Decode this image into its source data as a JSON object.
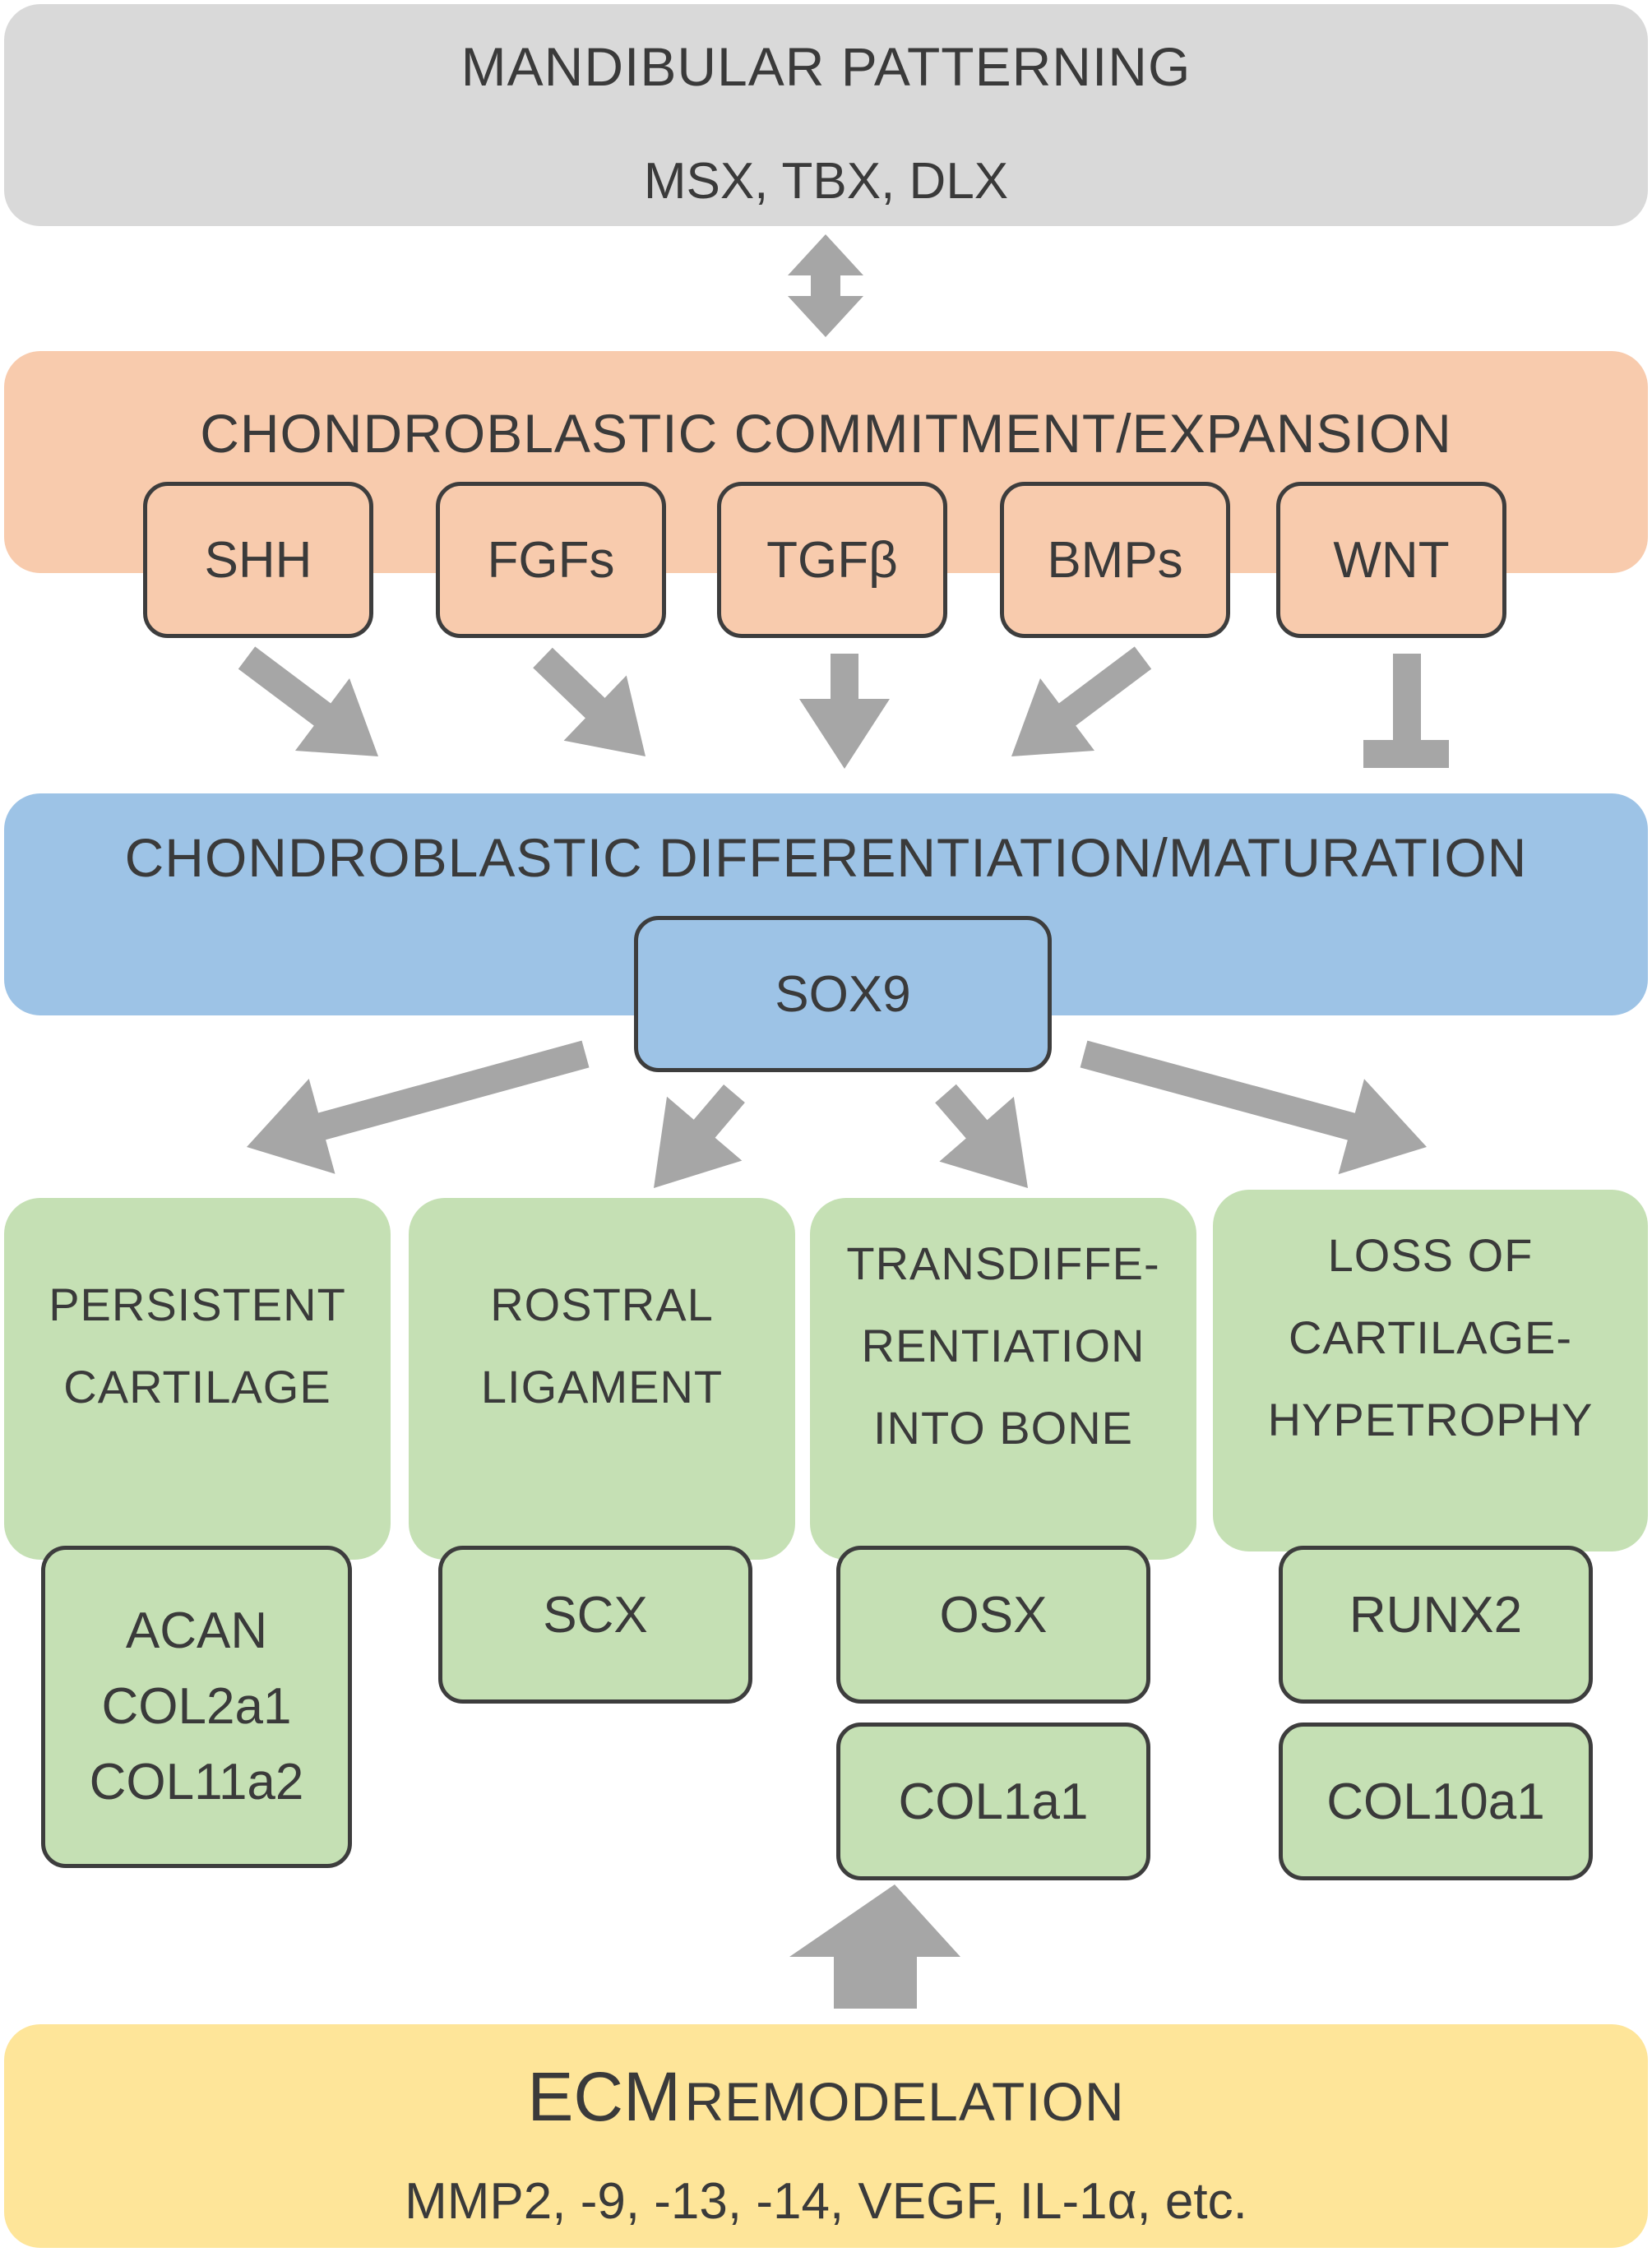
{
  "colors": {
    "patterning": "#d9d9d9",
    "commitment": "#f8cbad",
    "differentiation": "#9dc3e6",
    "fate": "#c5e0b4",
    "ecm": "#fee599",
    "arrow": "#a6a6a6",
    "border": "#3d3d3d",
    "text": "#3a3a3a"
  },
  "patterning": {
    "title": "MANDIBULAR PATTERNING",
    "genes": "MSX, TBX, DLX"
  },
  "commitment": {
    "title": "CHONDROBLASTIC COMMITMENT/EXPANSION",
    "factors": [
      "SHH",
      "FGFs",
      "TGFβ",
      "BMPs",
      "WNT"
    ]
  },
  "differentiation": {
    "title": "CHONDROBLASTIC DIFFERENTIATION/MATURATION",
    "factor": "SOX9"
  },
  "fates": [
    {
      "lines": [
        "PERSISTENT",
        "CARTILAGE"
      ],
      "markers": [
        [
          "ACAN",
          "COL2a1",
          "COL11a2"
        ]
      ]
    },
    {
      "lines": [
        "ROSTRAL",
        "LIGAMENT"
      ],
      "markers": [
        [
          "SCX"
        ]
      ]
    },
    {
      "lines": [
        "TRANSDIFFE-",
        "RENTIATION",
        "INTO BONE"
      ],
      "markers": [
        [
          "OSX"
        ],
        [
          "COL1a1"
        ]
      ]
    },
    {
      "lines": [
        "LOSS OF",
        "CARTILAGE-",
        "HYPETROPHY"
      ],
      "markers": [
        [
          "RUNX2"
        ],
        [
          "COL10a1"
        ]
      ]
    }
  ],
  "ecm": {
    "title_big": "ECM",
    "title_small": "REMODELATION",
    "molecules": "MMP2, -9, -13, -14, VEGF, IL-1α, etc."
  }
}
